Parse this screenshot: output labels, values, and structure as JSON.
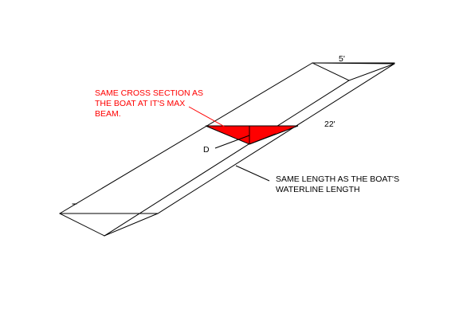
{
  "colors": {
    "background": "#ffffff",
    "line": "#000000",
    "section_fill": "#ff0000",
    "annotation_text": "#ff0000"
  },
  "labels": {
    "width": "5'",
    "length": "22'",
    "depth": "D",
    "section_note": [
      "SAME CROSS SECTION AS",
      "THE BOAT AT IT'S MAX",
      "BEAM."
    ],
    "length_note": [
      "SAME LENGTH AS THE BOAT'S",
      "WATERLINE LENGTH"
    ]
  }
}
